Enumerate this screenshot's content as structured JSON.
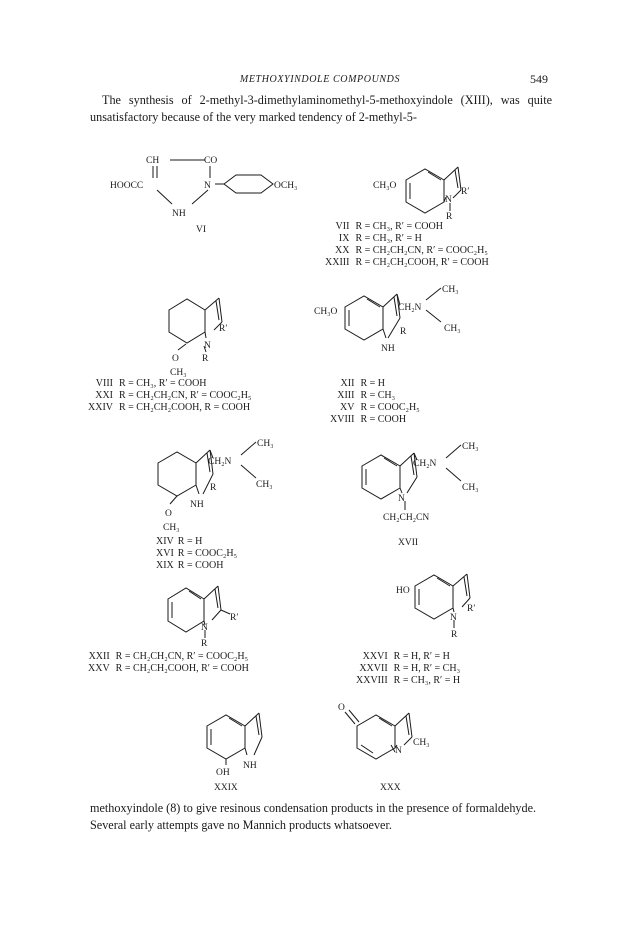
{
  "header": {
    "running_title": "METHOXYINDOLE COMPOUNDS",
    "page_number": "549"
  },
  "text": {
    "para1": "The synthesis of 2-methyl-3-dimethylaminomethyl-5-methoxyindole (XIII), was quite unsatisfactory because of the very marked tendency of 2-methyl-5-",
    "para2": "methoxyindole (8) to give resinous condensation products in the presence of formaldehyde. Several early attempts gave no Mannich products whatsoever."
  },
  "structures": {
    "vi": {
      "label": "VI",
      "atoms": [
        "CH",
        "CO",
        "HOOCC",
        "N",
        "NH",
        "OCH₃"
      ]
    },
    "vii": {
      "atoms": [
        "CH₃O",
        "N",
        "R′",
        "R"
      ],
      "rows": [
        {
          "code": "VII",
          "def": "R = CH₃, R′ = COOH"
        },
        {
          "code": "IX",
          "def": "R = CH₃, R′ = H"
        },
        {
          "code": "XX",
          "def": "R = CH₂CH₂CN, R′ = COOC₂H₅"
        },
        {
          "code": "XXIII",
          "def": "R = CH₂CH₂COOH, R′ = COOH"
        }
      ]
    },
    "viii": {
      "atoms": [
        "N",
        "R′",
        "O",
        "R",
        "CH₃"
      ],
      "rows": [
        {
          "code": "VIII",
          "def": "R = CH₃, R′ = COOH"
        },
        {
          "code": "XXI",
          "def": "R = CH₂CH₂CN, R′ = COOC₂H₅"
        },
        {
          "code": "XXIV",
          "def": "R = CH₂CH₂COOH, R = COOH"
        }
      ]
    },
    "xii": {
      "atoms": [
        "CH₃O",
        "CH₂N",
        "CH₃",
        "CH₃",
        "R",
        "NH"
      ],
      "rows": [
        {
          "code": "XII",
          "def": "R = H"
        },
        {
          "code": "XIII",
          "def": "R = CH₃"
        },
        {
          "code": "XV",
          "def": "R = COOC₂H₅"
        },
        {
          "code": "XVIII",
          "def": "R = COOH"
        }
      ]
    },
    "xiv": {
      "atoms": [
        "CH₂N",
        "CH₃",
        "CH₃",
        "R",
        "NH",
        "O",
        "CH₃"
      ],
      "rows": [
        {
          "code": "XIV",
          "def": "R = H"
        },
        {
          "code": "XVI",
          "def": "R = COOC₂H₅"
        },
        {
          "code": "XIX",
          "def": "R = COOH"
        }
      ]
    },
    "xvii": {
      "label": "XVII",
      "atoms": [
        "CH₂N",
        "CH₃",
        "CH₃",
        "N",
        "CH₂CH₂CN"
      ]
    },
    "xxii": {
      "atoms": [
        "N",
        "R′",
        "R"
      ],
      "rows": [
        {
          "code": "XXII",
          "def": "R = CH₂CH₂CN,  R′ = COOC₂H₅"
        },
        {
          "code": "XXV",
          "def": "R = CH₂CH₂COOH,  R′ = COOH"
        }
      ]
    },
    "xxvi": {
      "atoms": [
        "HO",
        "N",
        "R′",
        "R"
      ],
      "rows": [
        {
          "code": "XXVI",
          "def": "R = H,  R′ = H"
        },
        {
          "code": "XXVII",
          "def": "R = H,  R′ = CH₃"
        },
        {
          "code": "XXVIII",
          "def": "R = CH₃,  R′ = H"
        }
      ]
    },
    "xxix": {
      "label": "XXIX",
      "atoms": [
        "OH",
        "NH"
      ]
    },
    "xxx": {
      "label": "XXX",
      "atoms": [
        "O",
        "N",
        "CH₃"
      ]
    }
  }
}
